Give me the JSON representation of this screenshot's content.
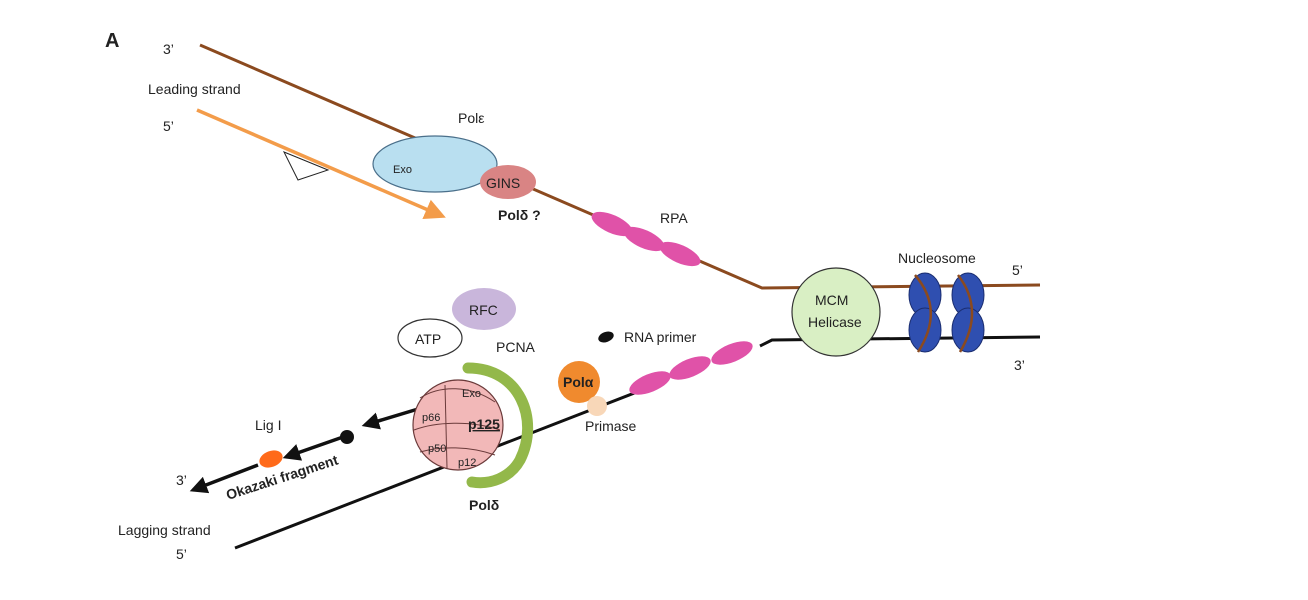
{
  "panel_label": "A",
  "leading": {
    "label": "Leading strand",
    "top_end": "3’",
    "bottom_end": "5’"
  },
  "lagging": {
    "label": "Lagging strand",
    "top_end": "3’",
    "bottom_end": "5’"
  },
  "fork_ends": {
    "top": "5’",
    "bottom": "3’"
  },
  "pol_epsilon": {
    "label": "Polε",
    "exo": "Exo",
    "gins": "GINS"
  },
  "pol_delta_question": "Polδ ?",
  "rpa": "RPA",
  "nucleosome": "Nucleosome",
  "mcm": {
    "line1": "MCM",
    "line2": "Helicase"
  },
  "rfc": "RFC",
  "atp": "ATP",
  "pcna": "PCNA",
  "rna_primer": "RNA primer",
  "pol_alpha": "Polα",
  "primase": "Primase",
  "pol_delta": {
    "label": "Polδ",
    "exo": "Exo",
    "p66": "p66",
    "p125": "p125",
    "p50": "p50",
    "p12": "p12"
  },
  "lig": "Lig I",
  "okazaki": "Okazaki fragment",
  "colors": {
    "template_top": "#8b4a1f",
    "leading_new": "#f39c4a",
    "pol_epsilon": "#b9dff0",
    "gins": "#d98484",
    "rpa": "#e052a8",
    "mcm": "#d9efc4",
    "nucleosome": "#2f4fb0",
    "rfc": "#c9b6db",
    "pcna": "#93b84a",
    "pol_delta": "#f2b8b8",
    "pol_alpha": "#f08a2e",
    "primase": "#f8d7b8",
    "lig": "#ff6a1a"
  }
}
